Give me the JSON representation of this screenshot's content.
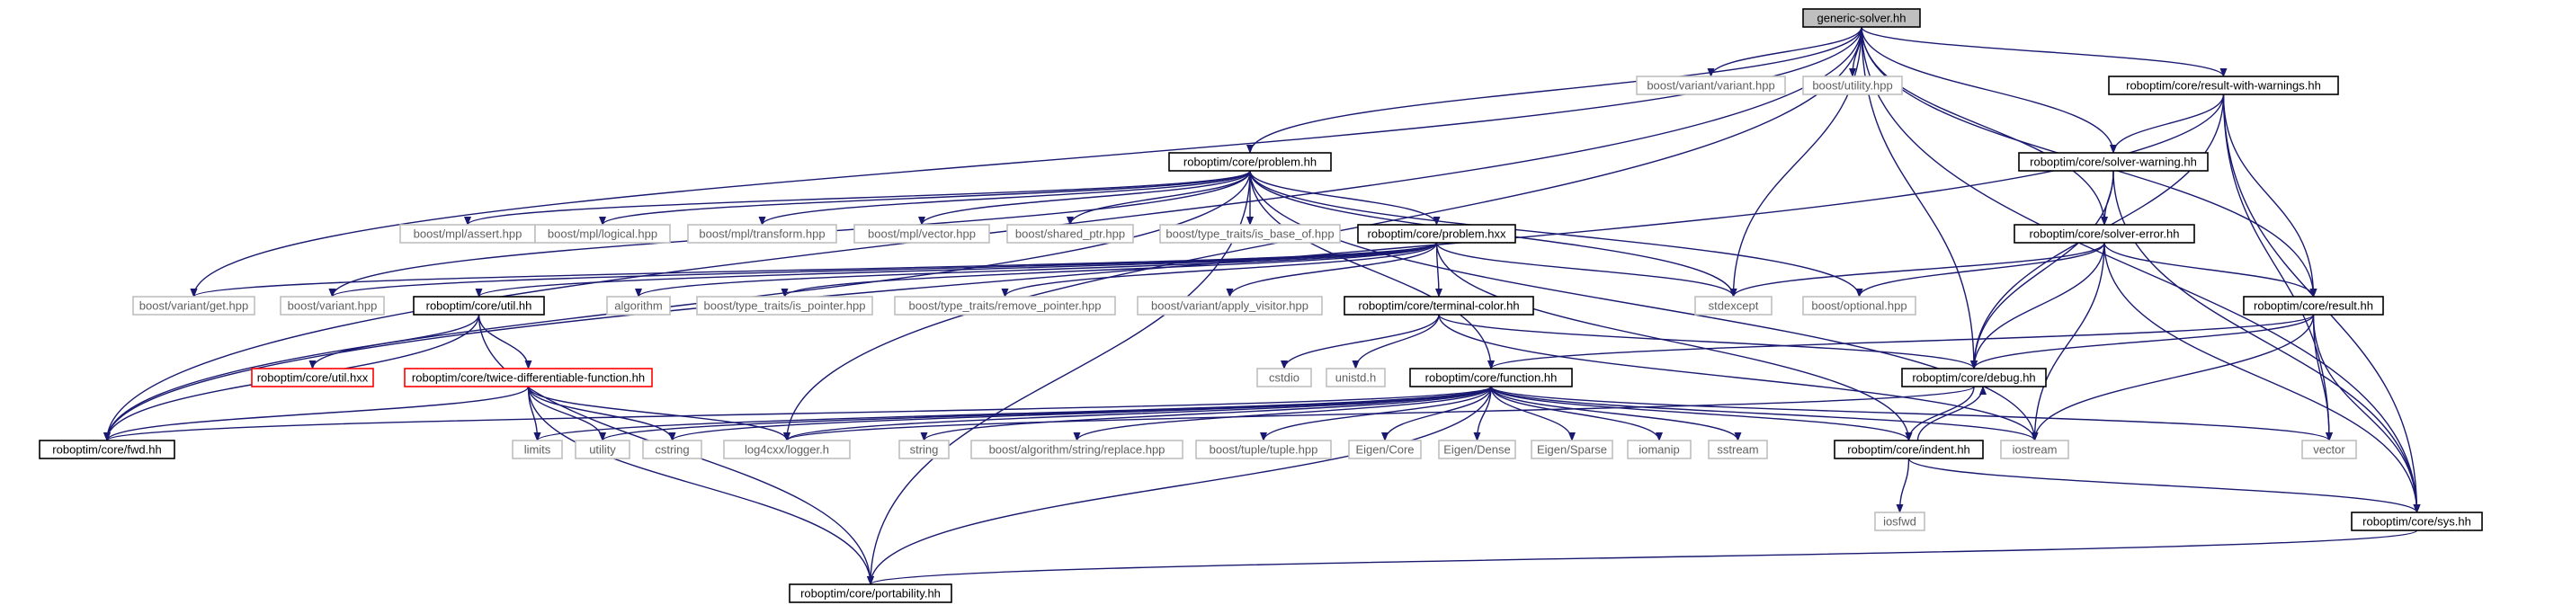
{
  "diagram": {
    "type": "include-dependency-graph",
    "root": "generic-solver.hh",
    "colors": {
      "edge": "#191970",
      "root_fill": "#bfbfbf",
      "external_border": "#bfbfbf",
      "truncated_border": "#ff0000",
      "normal_border": "#000000"
    },
    "nodes": [
      {
        "id": "root",
        "label": "generic-solver.hh",
        "kind": "root"
      },
      {
        "id": "variant",
        "label": "boost/variant/variant.hpp",
        "kind": "external"
      },
      {
        "id": "utility_hpp",
        "label": "boost/utility.hpp",
        "kind": "external"
      },
      {
        "id": "rww",
        "label": "roboptim/core/result-with-warnings.hh",
        "kind": "normal"
      },
      {
        "id": "problem",
        "label": "roboptim/core/problem.hh",
        "kind": "normal"
      },
      {
        "id": "solver_warning",
        "label": "roboptim/core/solver-warning.hh",
        "kind": "normal"
      },
      {
        "id": "mpl_assert",
        "label": "boost/mpl/assert.hpp",
        "kind": "external"
      },
      {
        "id": "mpl_logical",
        "label": "boost/mpl/logical.hpp",
        "kind": "external"
      },
      {
        "id": "mpl_transform",
        "label": "boost/mpl/transform.hpp",
        "kind": "external"
      },
      {
        "id": "mpl_vector",
        "label": "boost/mpl/vector.hpp",
        "kind": "external"
      },
      {
        "id": "shared_ptr",
        "label": "boost/shared_ptr.hpp",
        "kind": "external"
      },
      {
        "id": "is_base_of",
        "label": "boost/type_traits/is_base_of.hpp",
        "kind": "external"
      },
      {
        "id": "problem_hxx",
        "label": "roboptim/core/problem.hxx",
        "kind": "normal"
      },
      {
        "id": "solver_error",
        "label": "roboptim/core/solver-error.hh",
        "kind": "normal"
      },
      {
        "id": "variant_get",
        "label": "boost/variant/get.hpp",
        "kind": "external"
      },
      {
        "id": "variant_hpp",
        "label": "boost/variant.hpp",
        "kind": "external"
      },
      {
        "id": "util_hh",
        "label": "roboptim/core/util.hh",
        "kind": "normal"
      },
      {
        "id": "algorithm",
        "label": "algorithm",
        "kind": "external"
      },
      {
        "id": "is_pointer",
        "label": "boost/type_traits/is_pointer.hpp",
        "kind": "external"
      },
      {
        "id": "remove_pointer",
        "label": "boost/type_traits/remove_pointer.hpp",
        "kind": "external"
      },
      {
        "id": "apply_visitor",
        "label": "boost/variant/apply_visitor.hpp",
        "kind": "external"
      },
      {
        "id": "terminal_color",
        "label": "roboptim/core/terminal-color.hh",
        "kind": "normal"
      },
      {
        "id": "stdexcept",
        "label": "stdexcept",
        "kind": "external"
      },
      {
        "id": "optional",
        "label": "boost/optional.hpp",
        "kind": "external"
      },
      {
        "id": "result_hh",
        "label": "roboptim/core/result.hh",
        "kind": "normal"
      },
      {
        "id": "util_hxx",
        "label": "roboptim/core/util.hxx",
        "kind": "truncated"
      },
      {
        "id": "twice",
        "label": "roboptim/core/twice-differentiable-function.hh",
        "kind": "truncated"
      },
      {
        "id": "cstdio",
        "label": "cstdio",
        "kind": "external"
      },
      {
        "id": "unistd",
        "label": "unistd.h",
        "kind": "external"
      },
      {
        "id": "function_hh",
        "label": "roboptim/core/function.hh",
        "kind": "normal"
      },
      {
        "id": "debug_hh",
        "label": "roboptim/core/debug.hh",
        "kind": "normal"
      },
      {
        "id": "fwd",
        "label": "roboptim/core/fwd.hh",
        "kind": "normal"
      },
      {
        "id": "limits",
        "label": "limits",
        "kind": "external"
      },
      {
        "id": "utility",
        "label": "utility",
        "kind": "external"
      },
      {
        "id": "cstring",
        "label": "cstring",
        "kind": "external"
      },
      {
        "id": "log4cxx",
        "label": "log4cxx/logger.h",
        "kind": "external"
      },
      {
        "id": "string",
        "label": "string",
        "kind": "external"
      },
      {
        "id": "replace",
        "label": "boost/algorithm/string/replace.hpp",
        "kind": "external"
      },
      {
        "id": "tuple",
        "label": "boost/tuple/tuple.hpp",
        "kind": "external"
      },
      {
        "id": "eigen_core",
        "label": "Eigen/Core",
        "kind": "external"
      },
      {
        "id": "eigen_dense",
        "label": "Eigen/Dense",
        "kind": "external"
      },
      {
        "id": "eigen_sparse",
        "label": "Eigen/Sparse",
        "kind": "external"
      },
      {
        "id": "iomanip",
        "label": "iomanip",
        "kind": "external"
      },
      {
        "id": "sstream",
        "label": "sstream",
        "kind": "external"
      },
      {
        "id": "indent",
        "label": "roboptim/core/indent.hh",
        "kind": "normal"
      },
      {
        "id": "iostream",
        "label": "iostream",
        "kind": "external"
      },
      {
        "id": "vector",
        "label": "vector",
        "kind": "external"
      },
      {
        "id": "sys_hh",
        "label": "roboptim/core/sys.hh",
        "kind": "normal"
      },
      {
        "id": "iosfwd",
        "label": "iosfwd",
        "kind": "external"
      },
      {
        "id": "portability",
        "label": "roboptim/core/portability.hh",
        "kind": "normal"
      }
    ],
    "edges": [
      [
        "root",
        "variant"
      ],
      [
        "root",
        "utility_hpp"
      ],
      [
        "root",
        "rww"
      ],
      [
        "root",
        "problem"
      ],
      [
        "root",
        "solver_warning"
      ],
      [
        "root",
        "solver_error"
      ],
      [
        "root",
        "result_hh"
      ],
      [
        "root",
        "sys_hh"
      ],
      [
        "root",
        "fwd"
      ],
      [
        "root",
        "variant_get"
      ],
      [
        "root",
        "log4cxx"
      ],
      [
        "root",
        "debug_hh"
      ],
      [
        "root",
        "stdexcept"
      ],
      [
        "rww",
        "solver_warning"
      ],
      [
        "rww",
        "result_hh"
      ],
      [
        "rww",
        "debug_hh"
      ],
      [
        "rww",
        "vector"
      ],
      [
        "rww",
        "sys_hh"
      ],
      [
        "rww",
        "fwd"
      ],
      [
        "solver_warning",
        "solver_error"
      ],
      [
        "solver_warning",
        "debug_hh"
      ],
      [
        "solver_warning",
        "sys_hh"
      ],
      [
        "solver_error",
        "stdexcept"
      ],
      [
        "solver_error",
        "optional"
      ],
      [
        "solver_error",
        "result_hh"
      ],
      [
        "solver_error",
        "debug_hh"
      ],
      [
        "solver_error",
        "iostream"
      ],
      [
        "solver_error",
        "sys_hh"
      ],
      [
        "result_hh",
        "function_hh"
      ],
      [
        "result_hh",
        "debug_hh"
      ],
      [
        "result_hh",
        "vector"
      ],
      [
        "result_hh",
        "iostream"
      ],
      [
        "result_hh",
        "sys_hh"
      ],
      [
        "problem",
        "mpl_assert"
      ],
      [
        "problem",
        "mpl_logical"
      ],
      [
        "problem",
        "mpl_transform"
      ],
      [
        "problem",
        "mpl_vector"
      ],
      [
        "problem",
        "shared_ptr"
      ],
      [
        "problem",
        "is_base_of"
      ],
      [
        "problem",
        "problem_hxx"
      ],
      [
        "problem",
        "fwd"
      ],
      [
        "problem",
        "variant_hpp"
      ],
      [
        "problem",
        "stdexcept"
      ],
      [
        "problem",
        "optional"
      ],
      [
        "problem",
        "function_hh"
      ],
      [
        "problem",
        "iostream"
      ],
      [
        "problem",
        "portability"
      ],
      [
        "problem_hxx",
        "variant_get"
      ],
      [
        "problem_hxx",
        "variant_hpp"
      ],
      [
        "problem_hxx",
        "util_hh"
      ],
      [
        "problem_hxx",
        "algorithm"
      ],
      [
        "problem_hxx",
        "is_pointer"
      ],
      [
        "problem_hxx",
        "remove_pointer"
      ],
      [
        "problem_hxx",
        "apply_visitor"
      ],
      [
        "problem_hxx",
        "terminal_color"
      ],
      [
        "problem_hxx",
        "stdexcept"
      ],
      [
        "problem_hxx",
        "indent"
      ],
      [
        "util_hh",
        "util_hxx"
      ],
      [
        "util_hh",
        "twice"
      ],
      [
        "util_hh",
        "fwd"
      ],
      [
        "util_hh",
        "portability"
      ],
      [
        "twice",
        "fwd"
      ],
      [
        "twice",
        "limits"
      ],
      [
        "twice",
        "utility"
      ],
      [
        "twice",
        "cstring"
      ],
      [
        "twice",
        "log4cxx"
      ],
      [
        "twice",
        "portability"
      ],
      [
        "terminal_color",
        "cstdio"
      ],
      [
        "terminal_color",
        "unistd"
      ],
      [
        "terminal_color",
        "debug_hh"
      ],
      [
        "terminal_color",
        "iostream"
      ],
      [
        "function_hh",
        "fwd"
      ],
      [
        "function_hh",
        "limits"
      ],
      [
        "function_hh",
        "utility"
      ],
      [
        "function_hh",
        "cstring"
      ],
      [
        "function_hh",
        "log4cxx"
      ],
      [
        "function_hh",
        "string"
      ],
      [
        "function_hh",
        "replace"
      ],
      [
        "function_hh",
        "tuple"
      ],
      [
        "function_hh",
        "eigen_core"
      ],
      [
        "function_hh",
        "eigen_dense"
      ],
      [
        "function_hh",
        "eigen_sparse"
      ],
      [
        "function_hh",
        "iomanip"
      ],
      [
        "function_hh",
        "sstream"
      ],
      [
        "function_hh",
        "indent"
      ],
      [
        "function_hh",
        "iostream"
      ],
      [
        "function_hh",
        "vector"
      ],
      [
        "function_hh",
        "portability"
      ],
      [
        "debug_hh",
        "log4cxx"
      ],
      [
        "debug_hh",
        "indent"
      ],
      [
        "indent",
        "iosfwd"
      ],
      [
        "indent",
        "sys_hh"
      ],
      [
        "indent",
        "debug_hh"
      ],
      [
        "sys_hh",
        "portability"
      ]
    ]
  }
}
